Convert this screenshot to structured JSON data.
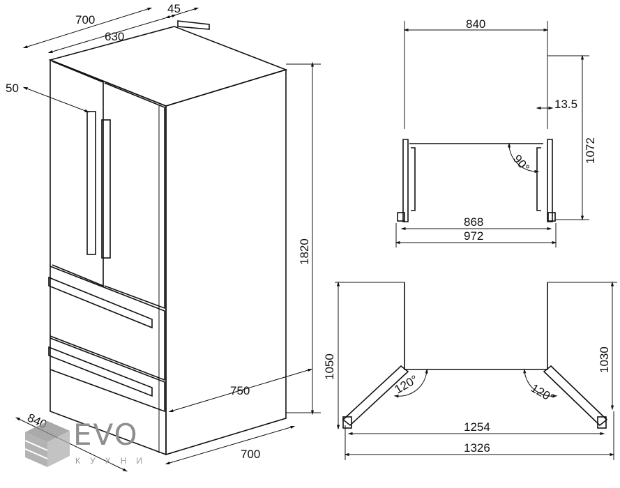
{
  "isometric_view": {
    "dims": {
      "width_top": "700",
      "depth_top": "630",
      "door_offset": "45",
      "handle_offset": "50",
      "height": "1820",
      "depth": "750",
      "width_bottom": "700",
      "width_840": "840"
    }
  },
  "top_view_closed": {
    "dims": {
      "clearance_width": "840",
      "depth": "1072",
      "gap": "13.5",
      "door_angle": "90°",
      "inner_width": "868",
      "outer_width": "972"
    }
  },
  "top_view_open": {
    "dims": {
      "depth_left": "1050",
      "depth_right": "1030",
      "angle_left": "120°",
      "angle_right": "120°",
      "inner_width": "1254",
      "outer_width": "1326"
    }
  },
  "logo": {
    "main": "EVO",
    "sub": "КУХНИ"
  }
}
